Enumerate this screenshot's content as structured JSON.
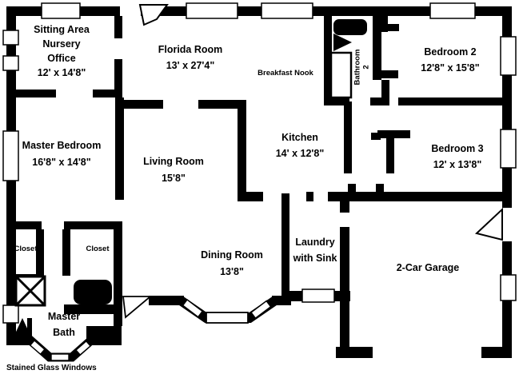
{
  "colors": {
    "wall": "#000000",
    "background": "#ffffff",
    "window_fill": "#ffffff"
  },
  "rooms": {
    "sitting": {
      "line1": "Sitting Area",
      "line2": "Nursery",
      "line3": "Office",
      "dims": "12' x 14'8\""
    },
    "florida": {
      "name": "Florida Room",
      "dims": "13' x 27'4\""
    },
    "breakfast_nook": {
      "name": "Breakfast Nook"
    },
    "bathroom2": {
      "line1": "Bathroom",
      "line2": "2"
    },
    "bedroom2": {
      "name": "Bedroom 2",
      "dims": "12'8\" x 15'8\""
    },
    "master_bedroom": {
      "name": "Master Bedroom",
      "dims": "16'8\" x 14'8\""
    },
    "living": {
      "name": "Living Room",
      "dims": "15'8\""
    },
    "kitchen": {
      "name": "Kitchen",
      "dims": "14' x 12'8\""
    },
    "bedroom3": {
      "name": "Bedroom 3",
      "dims": "12' x 13'8\""
    },
    "closet_left": {
      "name": "Closet"
    },
    "closet_right": {
      "name": "Closet"
    },
    "master_bath": {
      "line1": "Master",
      "line2": "Bath"
    },
    "dining": {
      "name": "Dining Room",
      "dims": "13'8\""
    },
    "laundry": {
      "line1": "Laundry",
      "line2": "with Sink"
    },
    "garage": {
      "name": "2-Car Garage"
    }
  },
  "annotations": {
    "stained_glass": "Stained Glass Windows"
  }
}
